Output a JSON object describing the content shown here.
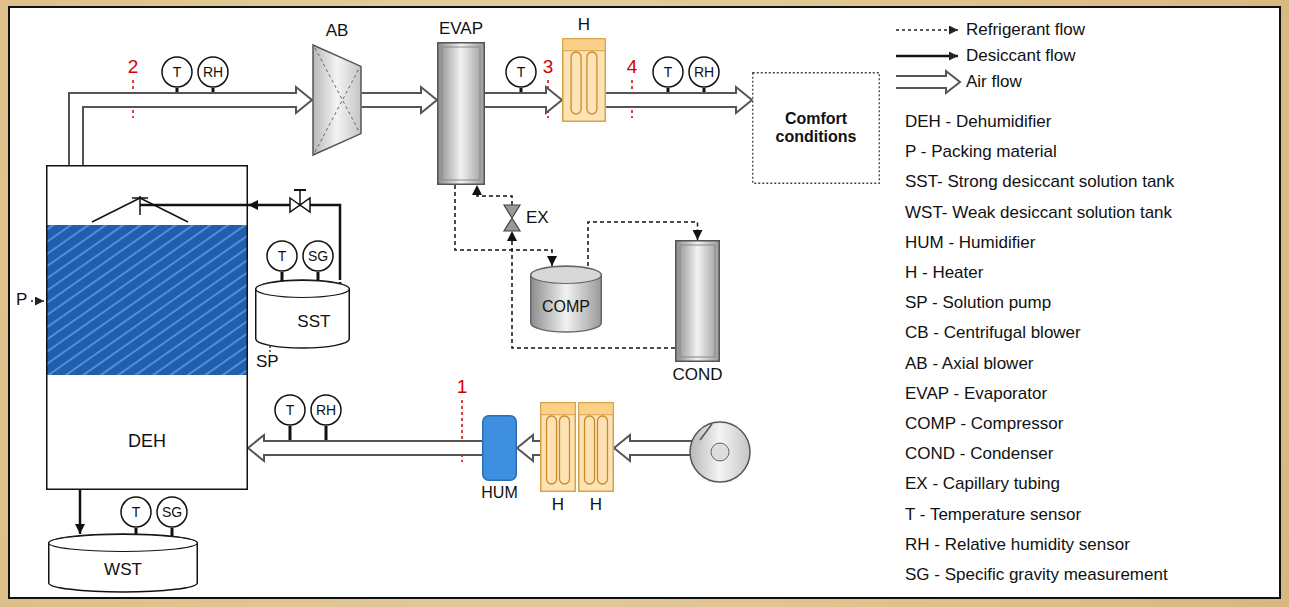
{
  "diagram": {
    "nodes": [
      {
        "text": [
          "T"
        ]
      },
      {
        "text": [
          "RH"
        ]
      },
      {
        "text": [
          "AB"
        ]
      },
      {
        "text": [
          "EVAP"
        ]
      },
      {
        "text": [
          "T"
        ]
      },
      {
        "text": [
          "H"
        ]
      },
      {
        "text": [
          "T"
        ]
      },
      {
        "text": [
          "RH"
        ]
      },
      {
        "text": [
          "Comfort conditions"
        ]
      },
      {
        "text": [
          "DEH"
        ]
      },
      {
        "text": [
          "EX"
        ]
      },
      {
        "text": [
          "T"
        ]
      },
      {
        "text": [
          "SG"
        ]
      },
      {
        "text": [
          "SST"
        ]
      },
      {
        "text": [
          "COMP"
        ]
      },
      {
        "text": [
          "COND"
        ]
      },
      {
        "text": [
          "T"
        ]
      },
      {
        "text": [
          "RH"
        ]
      },
      {
        "text": [
          "HUM"
        ]
      },
      {
        "text": [
          "H"
        ]
      },
      {
        "text": [
          "H"
        ]
      },
      {
        "text": [
          "T"
        ]
      },
      {
        "text": [
          "SG"
        ]
      },
      {
        "text": [
          "WST"
        ]
      }
    ],
    "edges": [
      {
        "from": 9,
        "to": 2,
        "arrow": "to"
      },
      {
        "from": 2,
        "to": 3,
        "arrow": "to"
      },
      {
        "from": 3,
        "to": 5,
        "arrow": "to"
      },
      {
        "from": 5,
        "to": 8,
        "arrow": "to"
      },
      {
        "from": 19,
        "to": 18,
        "arrow": "to"
      },
      {
        "from": 18,
        "to": 9,
        "arrow": "to"
      },
      {
        "from": 13,
        "to": 9,
        "arrow": "to"
      },
      {
        "from": 9,
        "to": 23,
        "arrow": "to"
      },
      {
        "from": 3,
        "to": 14,
        "arrow": "to"
      },
      {
        "from": 14,
        "to": 15,
        "arrow": "to"
      },
      {
        "from": 15,
        "to": 10,
        "arrow": "to"
      },
      {
        "from": 10,
        "to": 3,
        "arrow": "to"
      }
    ],
    "labels": [
      "2",
      "3",
      "4",
      "DEH - Dehumidifier",
      "P - Packing material",
      "SST- Strong desiccant solution tank",
      "WST- Weak desiccant solution tank",
      "HUM - Humidifier",
      "H - Heater",
      "SP - Solution pump",
      "CB - Centrifugal blower",
      "AB - Axial blower",
      "EVAP - Evaporator",
      "COMP - Compressor",
      "COND - Condenser",
      "EX - Capillary tubing",
      "T - Temperature sensor",
      "RH - Relative humidity sensor",
      "SG - Specific gravity measurement",
      "P",
      "SP",
      "1"
    ],
    "legend": [
      {
        "text": "Refrigerant flow"
      },
      {
        "text": "Desiccant flow"
      },
      {
        "text": "Air flow"
      }
    ]
  }
}
